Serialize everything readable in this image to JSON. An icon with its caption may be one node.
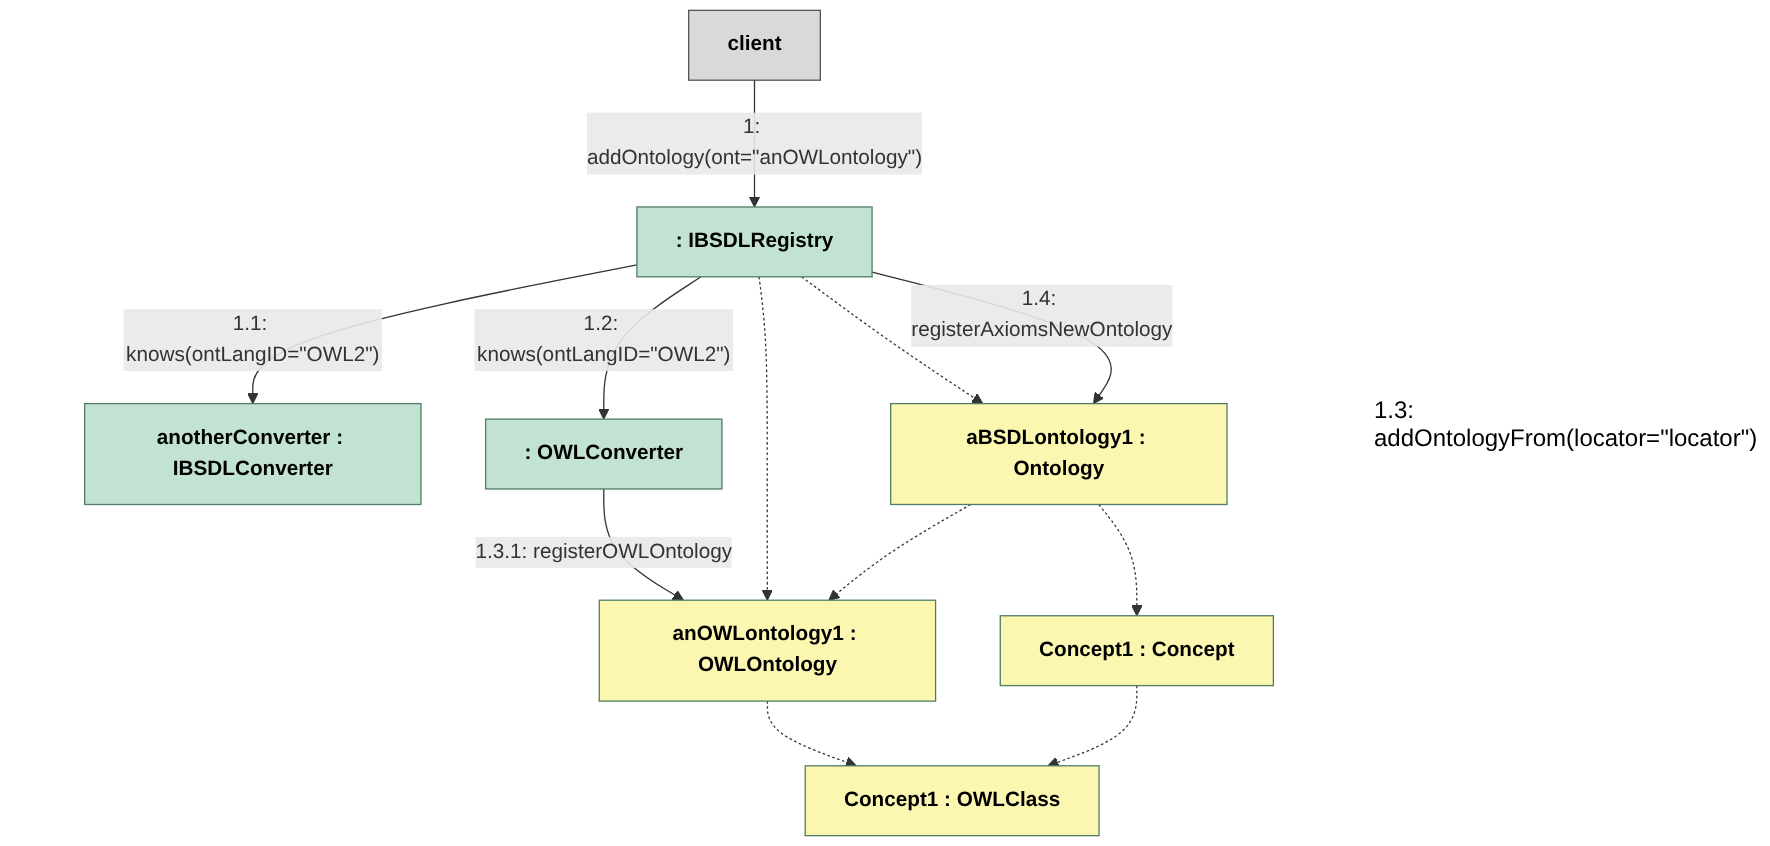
{
  "diagram": {
    "nodes": [
      {
        "text": [
          "client"
        ]
      },
      {
        "text": [
          ": IBSDLRegistry"
        ]
      },
      {
        "text": [
          "anotherConverter : IBSDLConverter"
        ]
      },
      {
        "text": [
          ": OWLConverter"
        ]
      },
      {
        "text": [
          "anOWLontology1 : OWLOntology"
        ]
      },
      {
        "text": [
          "aBSDLontology1 : Ontology"
        ]
      },
      {
        "text": [
          "Concept1 : OWLClass"
        ]
      },
      {
        "text": [
          "Concept1 : Concept"
        ]
      }
    ],
    "edges": [
      {
        "from": 0,
        "to": 1,
        "arrow": "to",
        "label": "1: addOntology(ont=\"anOWLontology\")"
      },
      {
        "from": 1,
        "to": 2,
        "arrow": "to",
        "label": "1.1: knows(ontLangID=\"OWL2\")"
      },
      {
        "from": 1,
        "to": 3,
        "arrow": "to",
        "label": "1.2: knows(ontLangID=\"OWL2\")"
      },
      {
        "from": 3,
        "to": 4,
        "arrow": "to",
        "label": "1.3.1: registerOWLOntology"
      },
      {
        "from": 1,
        "to": 4,
        "arrow": "to",
        "style": "dashed"
      },
      {
        "from": 1,
        "to": 5,
        "arrow": "to",
        "style": "dashed"
      },
      {
        "from": 1,
        "to": 5,
        "arrow": "to",
        "label": "1.4: registerAxiomsNewOntology"
      },
      {
        "from": 5,
        "to": 4,
        "arrow": "to",
        "style": "dashed"
      },
      {
        "from": 4,
        "to": 6,
        "arrow": "to",
        "style": "dashed"
      },
      {
        "from": 5,
        "to": 7,
        "arrow": "to",
        "style": "dashed"
      },
      {
        "from": 7,
        "to": 6,
        "arrow": "to",
        "style": "dashed"
      }
    ],
    "labels": [
      "1.3: addOntologyFrom(locator=\"locator\")"
    ]
  }
}
